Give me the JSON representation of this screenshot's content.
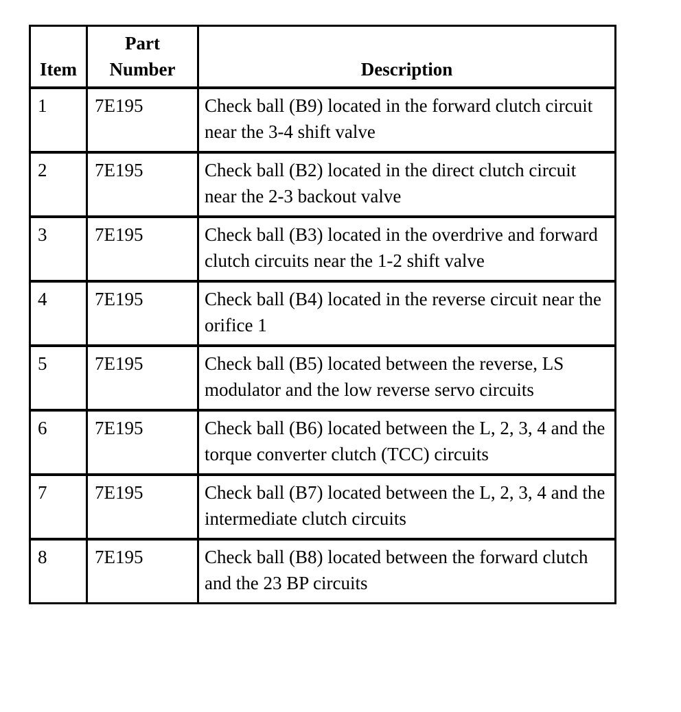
{
  "table": {
    "headers": {
      "item": "Item",
      "part_number": "Part Number",
      "description": "Description"
    },
    "rows": [
      {
        "item": "1",
        "part": "7E195",
        "desc": "Check ball (B9) located in the forward clutch circuit near the 3-4 shift valve"
      },
      {
        "item": "2",
        "part": "7E195",
        "desc": "Check ball (B2) located in the direct clutch circuit near the 2-3 backout valve"
      },
      {
        "item": "3",
        "part": "7E195",
        "desc": "Check ball (B3) located in the overdrive and forward clutch circuits near the 1-2 shift valve"
      },
      {
        "item": "4",
        "part": "7E195",
        "desc": "Check ball (B4) located in the reverse circuit near the orifice 1"
      },
      {
        "item": "5",
        "part": "7E195",
        "desc": "Check ball (B5) located between the reverse, LS modulator and the low reverse servo circuits"
      },
      {
        "item": "6",
        "part": "7E195",
        "desc": "Check ball (B6) located between the L, 2, 3, 4 and the torque converter clutch (TCC) circuits"
      },
      {
        "item": "7",
        "part": "7E195",
        "desc": "Check ball (B7) located between the L, 2, 3, 4 and the intermediate clutch circuits"
      },
      {
        "item": "8",
        "part": "7E195",
        "desc": "Check ball (B8) located between the forward clutch and the 23 BP circuits"
      }
    ]
  }
}
